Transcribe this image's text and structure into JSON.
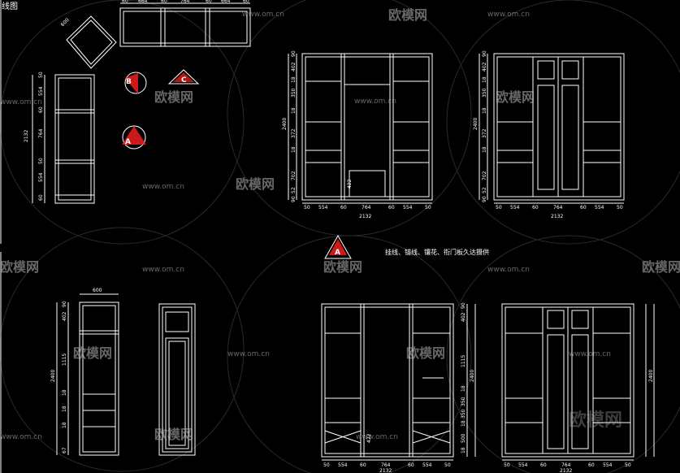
{
  "title_fragment": "线图",
  "note": "挂线、锚线、镶花、衔门板久达摄供",
  "markers": {
    "b": "B",
    "c": "C",
    "a_left": "A",
    "a_center": "A"
  },
  "watermark": {
    "brand": "欧模网",
    "url": "www.om.cn"
  },
  "dims": {
    "top_plan": [
      "60",
      "664",
      "60",
      "764",
      "60",
      "664",
      "60"
    ],
    "diag": "600",
    "left_elev_total": "2132",
    "left_elev_parts": [
      "50",
      "554",
      "60",
      "764",
      "50",
      "554",
      "60"
    ],
    "elev_total": "2400",
    "elev_left_parts": [
      "90",
      "402",
      "18",
      "350",
      "18",
      "372",
      "18",
      "702",
      "52",
      "90"
    ],
    "elev_bottom": [
      "50",
      "554",
      "60",
      "764",
      "60",
      "554",
      "50"
    ],
    "elev_width": "2132",
    "elev_mid": "422",
    "side_width": "600",
    "side_parts": [
      "90",
      "402",
      "1115",
      "18",
      "18",
      "18",
      "67"
    ],
    "side_total": "2400",
    "low_parts": [
      "90",
      "402",
      "1115",
      "18",
      "350",
      "350",
      "18",
      "500",
      "18"
    ],
    "low_total": "2400",
    "low_mid": "422",
    "low_bottom": [
      "50",
      "554",
      "60",
      "764",
      "60",
      "554",
      "50"
    ],
    "low_width": "2132"
  }
}
